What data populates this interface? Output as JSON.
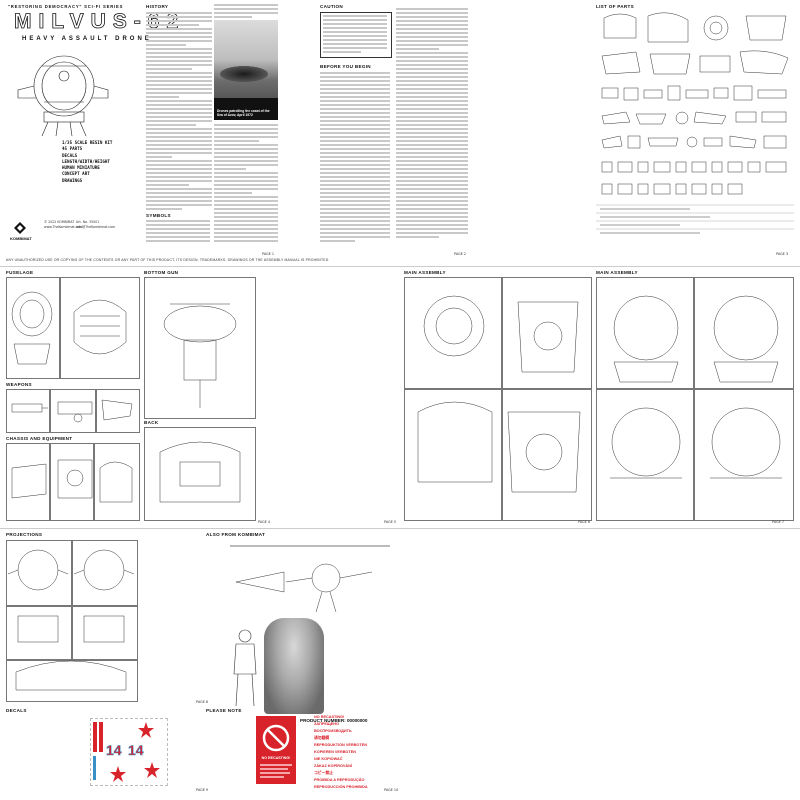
{
  "cover": {
    "series": "\"RESTORING DEMOCRACY\" SCI-FI SERIES",
    "title": "MILVUS-62",
    "subtitle": "HEAVY ASSAULT DRONE",
    "specs": [
      "1/35 SCALE RESIN KIT",
      "45 PARTS",
      "DECALS",
      "LENGTH/WIDTH/HEIGHT",
      "HUMAN MINIATURE",
      "CONCEPT ART",
      "DRAWINGS"
    ],
    "copyright": "© 2022 KOMBIMAT",
    "brand": "KOMBIMAT",
    "art_no": "Art. No. 35001",
    "site": "www.TheKombimat.com",
    "email": "info@TheKombimat.com"
  },
  "headings": {
    "history": "HISTORY",
    "caution": "CAUTION",
    "before": "BEFORE YOU BEGIN",
    "symbols": "SYMBOLS",
    "list_of_parts": "LIST OF PARTS",
    "fuselage": "FUSELAGE",
    "weapons": "WEAPONS",
    "chassis": "CHASSIS AND EQUIPMENT",
    "bottom_gun": "BOTTOM GUN",
    "back": "BACK",
    "main1": "MAIN ASSEMBLY",
    "main2": "MAIN ASSEMBLY",
    "projections": "PROJECTIONS",
    "also": "ALSO FROM KOMBIMAT",
    "decals": "DECALS",
    "please": "PLEASE NOTE"
  },
  "photo_caption": "Drones patrolling the coast of the Sea of Azov, April 1972",
  "product_number": "PRODUCT NUMBER: 00000000",
  "decal_numbers": [
    "14",
    "14"
  ],
  "no_recasting": "NO RECASTING!",
  "warning_lines": [
    "NO RECASTING!",
    "ЗАПРЕЩЕНО ВОСПРОИЗВОДИТЬ",
    "请勿翻模",
    "REPRODUKTION VERBOTEN",
    "KOPIEREN VERBOTEN",
    "NIE KOPIOWAĆ",
    "ZÁKAZ KOPÍROVÁNÍ",
    "コピー禁止",
    "PROIBIDA A REPRODUÇÃO",
    "REPRODUCCIÓN PROHIBIDA"
  ],
  "page_labels": [
    "PAGE 1",
    "PAGE 2",
    "PAGE 3",
    "PAGE 4",
    "PAGE 5",
    "PAGE 6",
    "PAGE 7",
    "PAGE 8",
    "PAGE 9",
    "PAGE 10"
  ],
  "footer_notice": "ANY UNAUTHORIZED USE OR COPYING OF THE CONTENTS OR ANY PART OF THIS PRODUCT, ITS DESIGN, TRADEMARKS, DRAWINGS OR THE ASSEMBLY MANUAL IS PROHIBITED.",
  "colors": {
    "decal_red": "#d9232b",
    "decal_blue": "#3a8fc7",
    "ink": "#111111"
  }
}
